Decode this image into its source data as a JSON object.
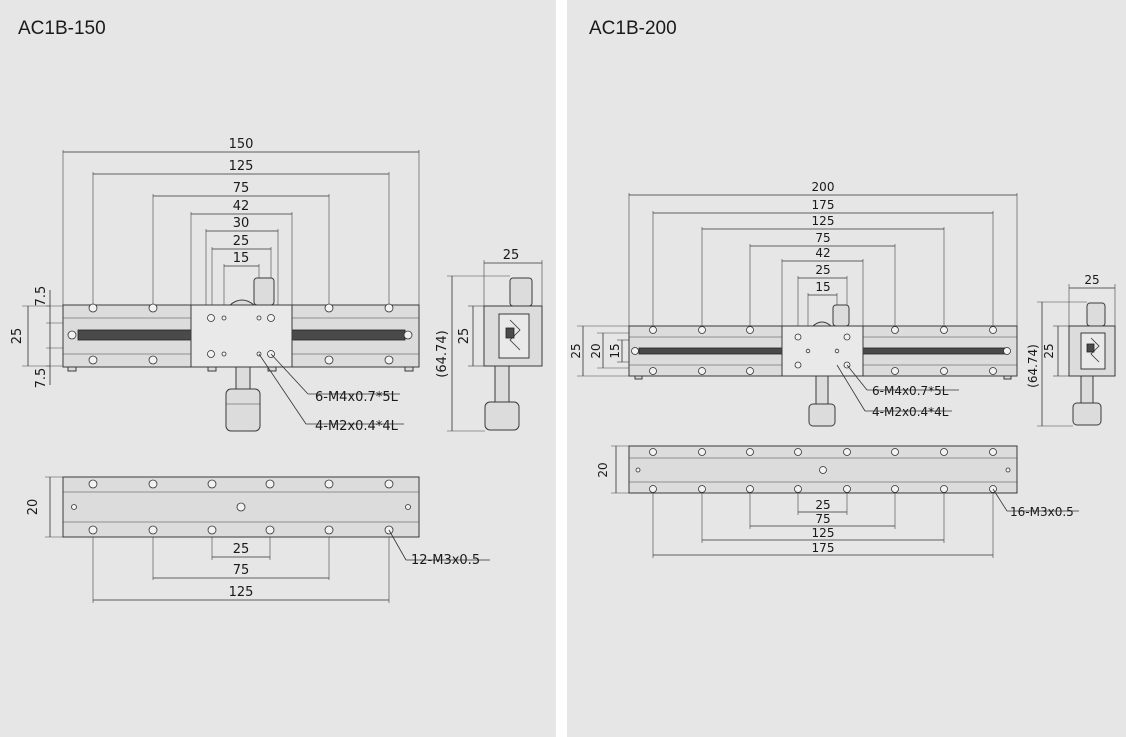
{
  "left": {
    "title": "AC1B-150",
    "top_view": {
      "dims": [
        "150",
        "125",
        "75",
        "42",
        "30",
        "25",
        "15"
      ],
      "left_dims": [
        "7.5",
        "25",
        "7.5"
      ],
      "callouts": [
        "6-M4x0.7*5L",
        "4-M2x0.4*4L"
      ]
    },
    "side_view": {
      "width": "25",
      "height": "25",
      "total_height": "(64.74)"
    },
    "bottom_view": {
      "height": "20",
      "dims": [
        "25",
        "75",
        "125"
      ],
      "callout": "12-M3x0.5"
    }
  },
  "right": {
    "title": "AC1B-200",
    "top_view": {
      "dims": [
        "200",
        "175",
        "125",
        "75",
        "42",
        "25",
        "15"
      ],
      "left_dims": [
        "25",
        "20",
        "15"
      ],
      "callouts": [
        "6-M4x0.7*5L",
        "4-M2x0.4*4L"
      ]
    },
    "side_view": {
      "width": "25",
      "height": "25",
      "total_height": "(64.74)"
    },
    "bottom_view": {
      "height": "20",
      "dims": [
        "25",
        "75",
        "125",
        "175"
      ],
      "callout": "16-M3x0.5"
    }
  }
}
